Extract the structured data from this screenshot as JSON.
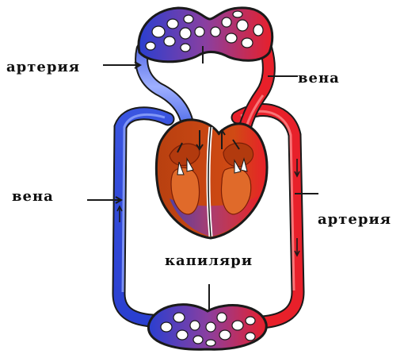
{
  "labels": {
    "top_left": "артерия",
    "top_right": "вена",
    "mid_left": "вена",
    "mid_right": "артерия",
    "center": "капиляри"
  },
  "colors": {
    "arterial": "#e8202a",
    "venous": "#2a3fd0",
    "mixed": "#8a3fa0",
    "heart": "#c04010",
    "heart_dark": "#8a1f08",
    "outline": "#1a1a1a"
  }
}
